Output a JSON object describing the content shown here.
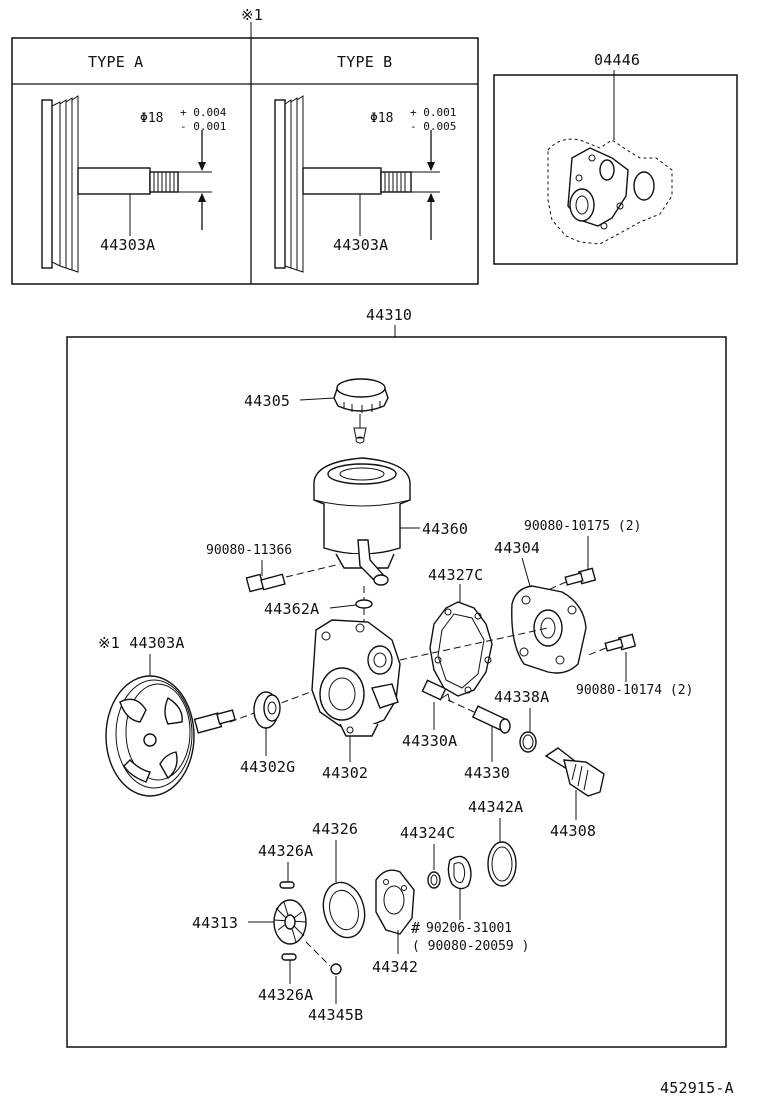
{
  "header": {
    "note_mark": "※1",
    "type_a": "TYPE A",
    "type_b": "TYPE B"
  },
  "type_a": {
    "dim_prefix": "Φ18",
    "tol_plus": "+ 0.004",
    "tol_minus": "- 0.001",
    "part": "44303A"
  },
  "type_b": {
    "dim_prefix": "Φ18",
    "tol_plus": "+ 0.001",
    "tol_minus": "- 0.005",
    "part": "44303A"
  },
  "gasket_kit": "04446",
  "assembly": "44310",
  "parts": {
    "cap": "44305",
    "reservoir": "44360",
    "bolt_res": "90080-11366",
    "oring_res": "44362A",
    "bolt_cover": "90080-10175 (2)",
    "cover": "44304",
    "gasket": "44327C",
    "bolt_cover2": "90080-10174 (2)",
    "shaft_note": "※1 44303A",
    "housing": "44302",
    "bearing": "44302G",
    "spring": "44330A",
    "valve": "44330",
    "oring_valve": "44338A",
    "fitting": "44308",
    "plate": "44326",
    "pin_top": "44326A",
    "rotor": "44313",
    "pin_bottom": "44326A",
    "ball": "44345B",
    "cam_ring": "44342",
    "oring_small": "44324C",
    "oring_large": "44342A",
    "kit_mark": "#",
    "kit_1": "90206-31001",
    "kit_2": "( 90080-20059 )"
  },
  "footer_code": "452915-A"
}
